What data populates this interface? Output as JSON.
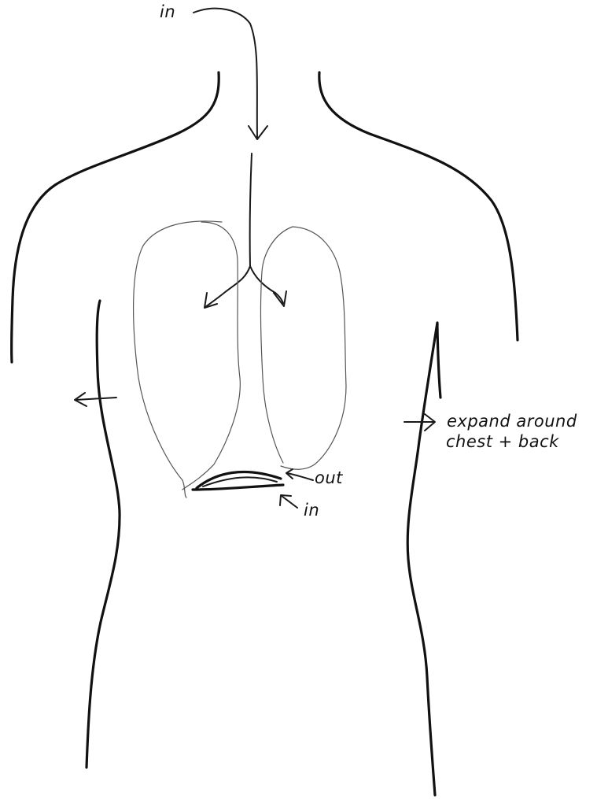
{
  "labels": {
    "air_in_top": "in",
    "expand_line1": "expand around",
    "expand_line2": "chest + back",
    "diaphragm_out": "out",
    "diaphragm_in": "in"
  },
  "colors": {
    "ink": "#111111",
    "faint_ink": "#555555",
    "paper": "#ffffff"
  }
}
